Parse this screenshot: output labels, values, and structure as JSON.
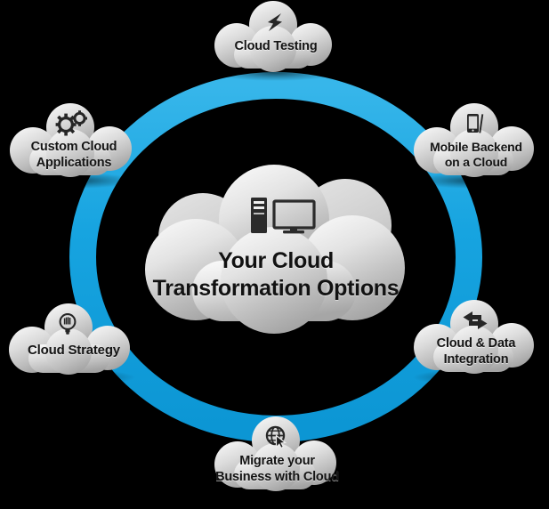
{
  "diagram": {
    "title": "Your Cloud Transformation Options",
    "type": "cloud-hub-and-spoke",
    "background_color": "#000000",
    "ring_color": "#1BA9E2",
    "cloud_fill_light": "#F2F2F2",
    "cloud_fill_dark": "#9C9C9C",
    "text_color": "#141414"
  },
  "center": {
    "label": "Your Cloud\nTransformation Options",
    "line1": "Your Cloud",
    "line2": "Transformation Options",
    "icon": "desktop-computer-icon"
  },
  "nodes": [
    {
      "id": "cloud-testing",
      "label": "Cloud Testing",
      "line1": "Cloud Testing",
      "line2": "",
      "icon": "lightning-bolt-icon",
      "position": "top"
    },
    {
      "id": "mobile-backend-on-a-cloud",
      "label": "Mobile Backend\non a Cloud",
      "line1": "Mobile Backend",
      "line2": "on a Cloud",
      "icon": "smartphone-icon",
      "position": "top-right"
    },
    {
      "id": "cloud-and-data-integration",
      "label": "Cloud & Data\nIntegration",
      "line1": "Cloud & Data",
      "line2": "Integration",
      "icon": "double-arrow-icon",
      "position": "bottom-right"
    },
    {
      "id": "migrate-your-business-with-cloud",
      "label": "Migrate your\nBusiness with Cloud",
      "line1": "Migrate your",
      "line2": "Business with Cloud",
      "icon": "globe-cursor-icon",
      "position": "bottom"
    },
    {
      "id": "cloud-strategy",
      "label": "Cloud Strategy",
      "line1": "Cloud Strategy",
      "line2": "",
      "icon": "lightbulb-icon",
      "position": "bottom-left"
    },
    {
      "id": "custom-cloud-applications",
      "label": "Custom Cloud\nApplications",
      "line1": "Custom Cloud",
      "line2": "Applications",
      "icon": "gears-icon",
      "position": "top-left"
    }
  ]
}
